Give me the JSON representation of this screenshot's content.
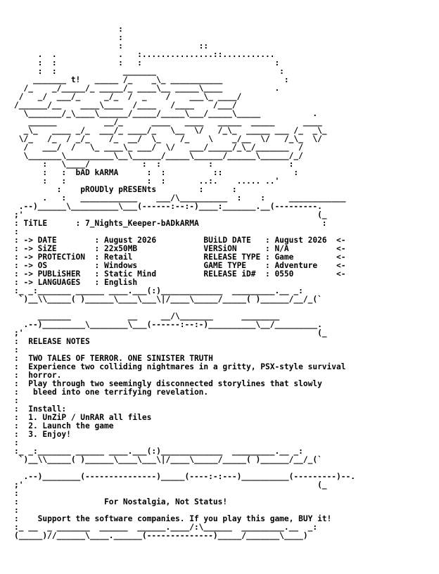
{
  "nfo_lines": [
    "                      :",
    "                      :",
    "                      :                :: ",
    "     .  .             .   :...............::...........",
    "     :  :             :   :                            :",
    "     :  :              _______                          :",
    "    _______ t!   _____ /_    _\\_ ___________             :",
    "  /_    _/_____/_ _____/_ ____\\__ _____\\____           .",
    " /   _/  ___/_     _/_  /  _    /    ___\\_ ____/",
    "/______/__    ____\\____  /____   /____    /___/",
    "  \\_______/_\\____\\______/_____/_____\\___/_____\\_____           .",
    "   ______          __/_      ____   ____   _____  _____      ____",
    "  _\\_   ____ _/_  ___/_ ____/_   \\__  \\/   /_\\_  _____ ___ /_  _\\_",
    " \\/_   /_  / _/_    /_  __/  \\_    /_    \\    _/__  \\/   /_\\_  \\/",
    "  /   ___/  /   \\_ ____\\_ ___/  \\/   ___/_____/_\\_/_______  /",
    "  \\_______\\__________\\__\\______/_____\\______/______\\______/_/",
    "      :   \\____/           :  :          :                :",
    "      :   :  bAD kARMA      :  :          ::               :",
    "      :   :                 :  :       ..:.    ..... ..'",
    "         :    pROUDly pRESENts         :      :",
    "      .   :   ____________    ___/\\__________  :    :     ____________",
    " .--)______\\__________\\___(------:--:-)____:_______.__(---------.",
    ";'                                                              (_",
    ": TiTLE      : 7_Nights_Keeper-bADkARMA                          :",
    ":",
    ": -> DATE        : August 2026          BUiLD DATE   : August 2026  <-",
    ": -> SiZE        : 22x50MB              VERSiON      : N/A          <-",
    ": -> PROTECTiON  : Retail               RELEASE TYPE : Game         <-",
    ": -> OS          : Windows              GAME TYPE    : Adventure    <-",
    ": -> PUBLiSHER   : Static Mind          RELEASE iD#  : 0550         <-",
    ": -> LANGUAGES   : English",
    ":_ _:_______ ______ ____.___(:)_____________  _________.__ _:",
    " `)__\\\\_____( )______\\____\\___\\|/____\\_____/_____( )______/__/_(`",
    "",
    "     _______            __     __/\\_______      ________",
    "  .--)_________\\________\\___(------:--:-)__________\\__/_________.",
    ";'                                                              (_",
    ":  RELEASE NOTES",
    ":",
    ":  TWO TALES OF TERROR. ONE SINISTER TRUTH",
    ":  Experience two colliding nightmares in a gritty, PSX-style survival",
    ":  horror.",
    ":  Play through two seemingly disconnected storylines that slowly",
    ":   bleed into one terrifying revelation.",
    ":",
    ":  Install:",
    ":  1. UnZiP / UnRAR all files",
    ":  2. Launch the game",
    ":  3. Enjoy!",
    ":",
    ":_ _:_______ ______ ____.___(:)_____________  _________.__ _:",
    " `)__\\\\_____( )______\\____\\___\\|/____\\_____/_____( )______/__/_(`",
    "",
    "  .--)________(---------------)_____(----:-:---)__________(---------)--.",
    ";'                                                              (_",
    ":",
    ":                  For Nostalgia, Not Status!",
    ":",
    ":    Support the software companies. If you play this game, BUY it!",
    ":_ __  _ _______  ______  ______.____/:\\______  _________.__  _:",
    "(_____)//______\\____.______(--------------)_____/_______\\____)"
  ]
}
